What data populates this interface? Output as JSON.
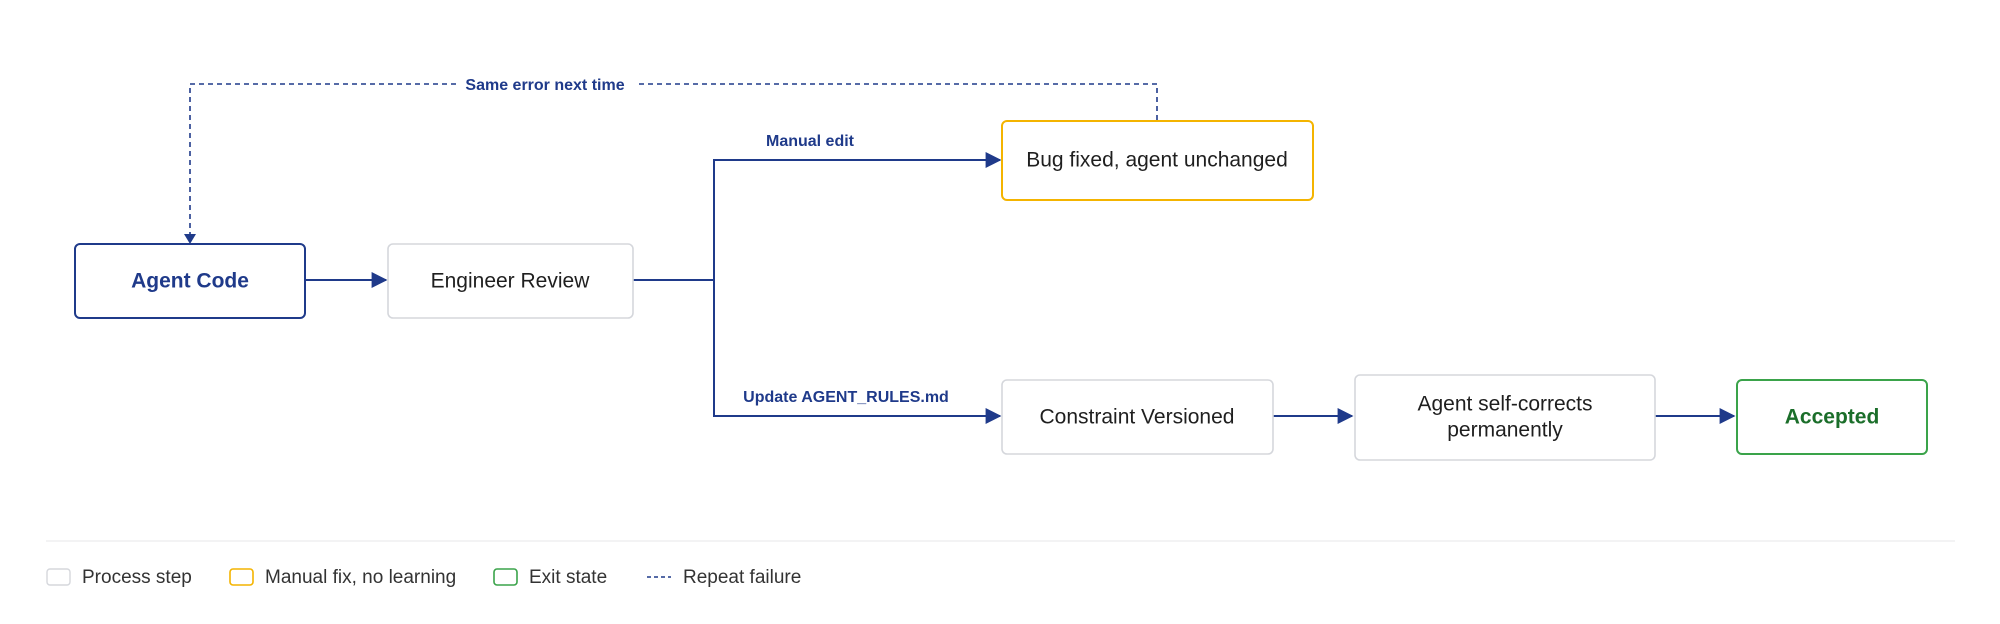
{
  "diagram": {
    "nodes": {
      "agent_code": "Agent Code",
      "engineer_review": "Engineer Review",
      "bug_fixed": "Bug fixed, agent unchanged",
      "constraint_versioned": "Constraint Versioned",
      "self_corrects_line1": "Agent self-corrects",
      "self_corrects_line2": "permanently",
      "accepted": "Accepted"
    },
    "edges": {
      "manual_edit": "Manual edit",
      "update_rules": "Update AGENT_RULES.md",
      "same_error": "Same error next time"
    }
  },
  "legend": {
    "process_step": "Process step",
    "manual_fix": "Manual fix, no learning",
    "exit_state": "Exit state",
    "repeat_failure": "Repeat failure"
  },
  "colors": {
    "primary_blue": "#1f3a8a",
    "manual_fix_amber": "#f4b400",
    "exit_green": "#3aa34a",
    "process_gray": "#d5d7dc"
  }
}
